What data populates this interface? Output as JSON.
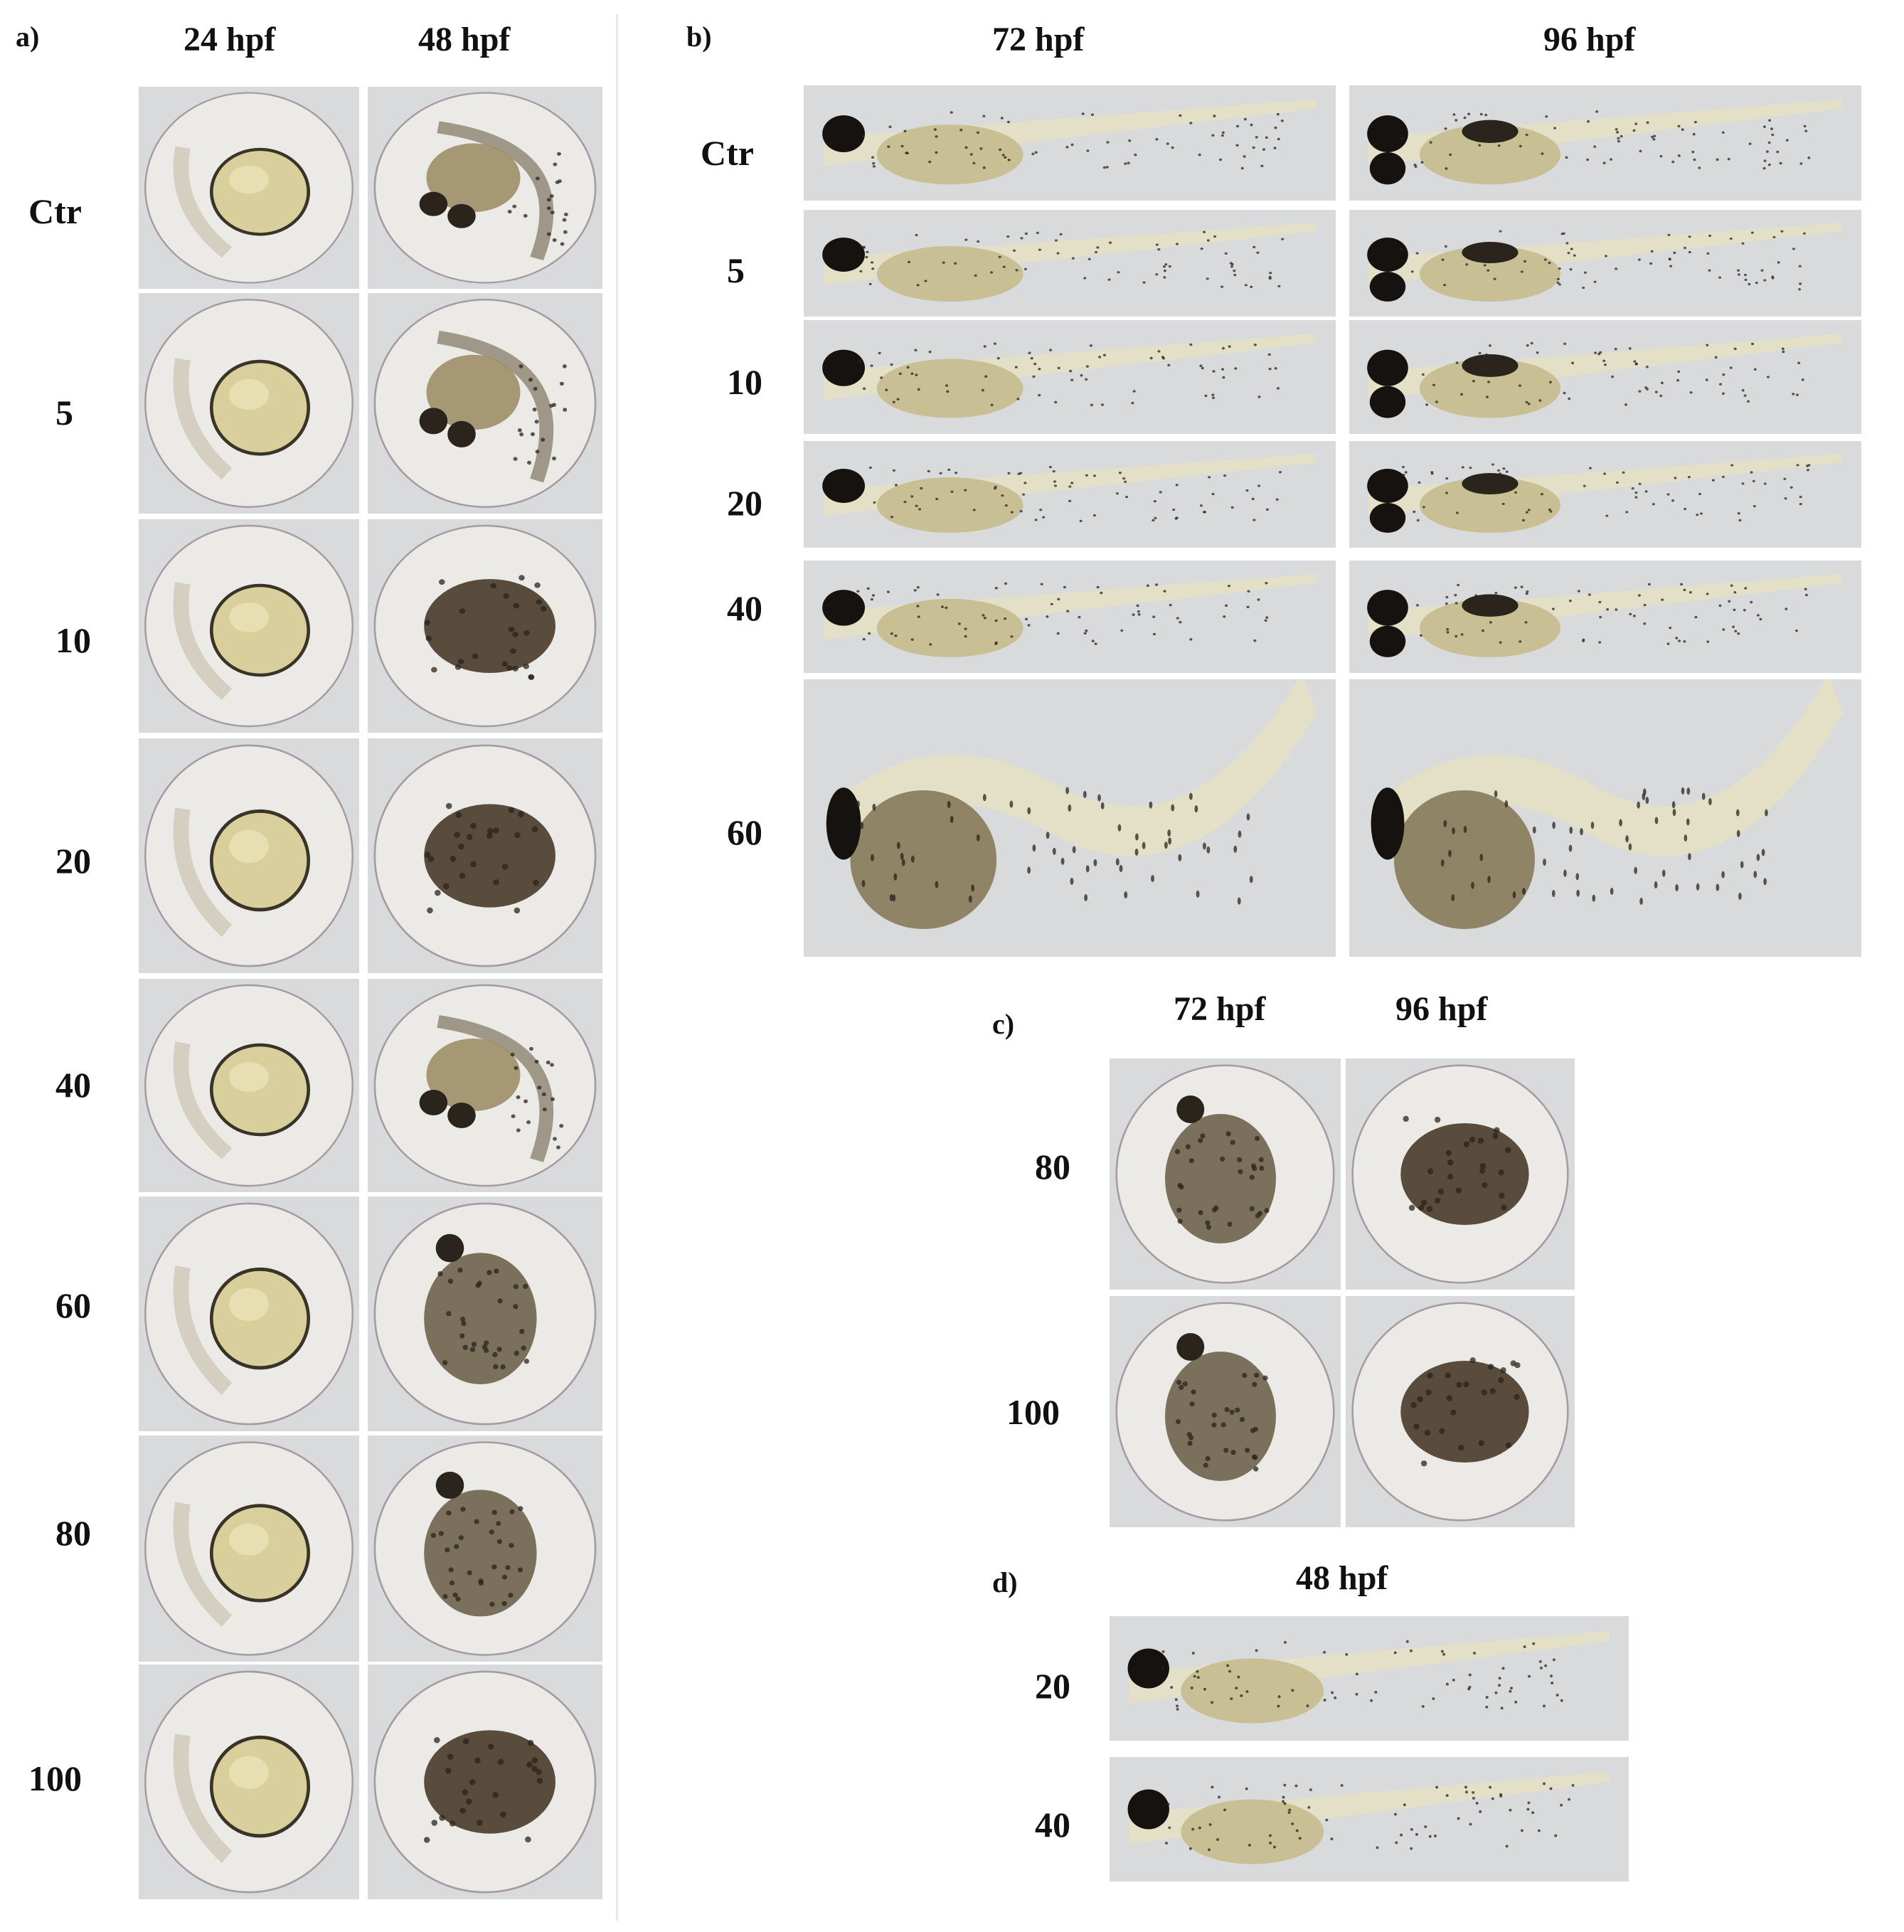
{
  "panels": {
    "a": {
      "label": "a)",
      "columns": [
        "24 hpf",
        "48 hpf"
      ],
      "rows": [
        "Ctr",
        "5",
        "10",
        "20",
        "40",
        "60",
        "80",
        "100"
      ]
    },
    "b": {
      "label": "b)",
      "columns": [
        "72 hpf",
        "96 hpf"
      ],
      "rows": [
        "Ctr",
        "5",
        "10",
        "20",
        "40",
        "60"
      ]
    },
    "c": {
      "label": "c)",
      "columns": [
        "72 hpf",
        "96 hpf"
      ],
      "rows": [
        "80",
        "100"
      ]
    },
    "d": {
      "label": "d)",
      "columns": [
        "48 hpf"
      ],
      "rows": [
        "20",
        "40"
      ]
    }
  },
  "colors": {
    "background": "#ffffff",
    "text": "#111111",
    "photo_bg": "#d9dadc",
    "chorion_light": "#eceae6",
    "yolk": "#d8cf9c",
    "dark_tissue": "#2a241c",
    "larva_body": "#e4e0c8"
  }
}
